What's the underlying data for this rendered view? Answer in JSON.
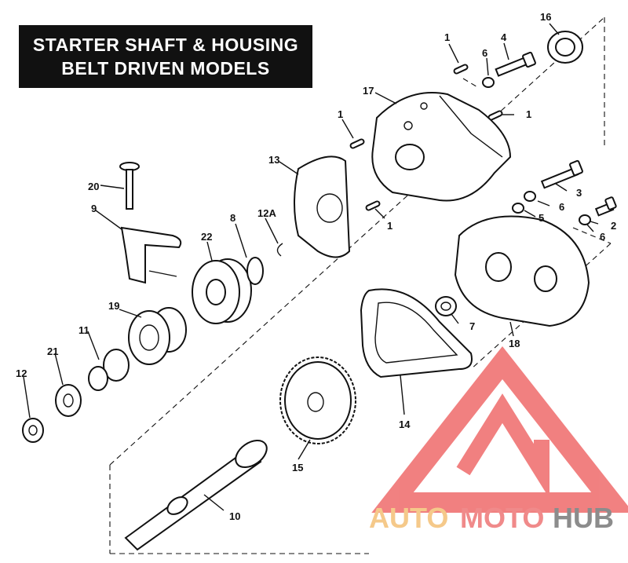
{
  "title": {
    "line1": "STARTER SHAFT & HOUSING",
    "line2": "BELT DRIVEN MODELS"
  },
  "callouts": [
    {
      "id": "c1a",
      "text": "1"
    },
    {
      "id": "c1b",
      "text": "1"
    },
    {
      "id": "c1c",
      "text": "1"
    },
    {
      "id": "c1d",
      "text": "1"
    },
    {
      "id": "c2",
      "text": "2"
    },
    {
      "id": "c3",
      "text": "3"
    },
    {
      "id": "c4",
      "text": "4"
    },
    {
      "id": "c5",
      "text": "5"
    },
    {
      "id": "c6a",
      "text": "6"
    },
    {
      "id": "c6b",
      "text": "6"
    },
    {
      "id": "c6c",
      "text": "6"
    },
    {
      "id": "c7",
      "text": "7"
    },
    {
      "id": "c8",
      "text": "8"
    },
    {
      "id": "c9",
      "text": "9"
    },
    {
      "id": "c10",
      "text": "10"
    },
    {
      "id": "c11",
      "text": "11"
    },
    {
      "id": "c12",
      "text": "12"
    },
    {
      "id": "c12A",
      "text": "12A"
    },
    {
      "id": "c13",
      "text": "13"
    },
    {
      "id": "c14",
      "text": "14"
    },
    {
      "id": "c15",
      "text": "15"
    },
    {
      "id": "c16",
      "text": "16"
    },
    {
      "id": "c17",
      "text": "17"
    },
    {
      "id": "c18",
      "text": "18"
    },
    {
      "id": "c19",
      "text": "19"
    },
    {
      "id": "c20",
      "text": "20"
    },
    {
      "id": "c21",
      "text": "21"
    },
    {
      "id": "c22",
      "text": "22"
    }
  ],
  "watermark": {
    "word1": "AUTO",
    "word2": "MOTO",
    "word3": "HUB",
    "colors": {
      "auto": "#f5c98a",
      "moto": "#f08a8a",
      "hub": "#8c8c8c",
      "logo": "#ef6b6b"
    }
  }
}
